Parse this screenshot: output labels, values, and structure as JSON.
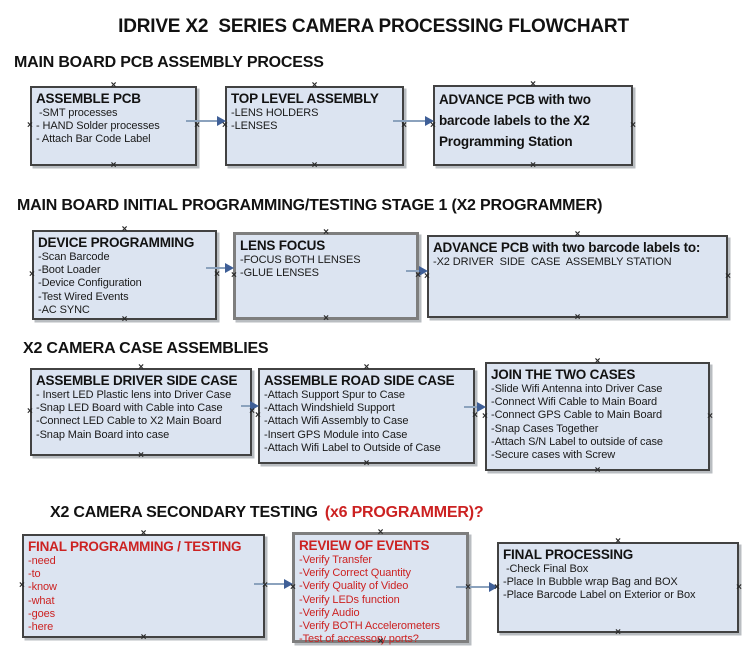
{
  "title": "IDRIVE X2  SERIES CAMERA PROCESSING FLOWCHART",
  "glyphs": {
    "handle": "×"
  },
  "colors": {
    "box_fill": "#dce4f1",
    "box_border": "#424242",
    "box_border_gray": "#7e7e7e",
    "red": "#cc2222",
    "arrow_line": "#8ba2bd",
    "arrow_head": "#3f5f97"
  },
  "sections": [
    {
      "heading": "MAIN BOARD PCB ASSEMBLY PROCESS",
      "boxes": [
        {
          "title": "ASSEMBLE PCB",
          "items": [
            " -SMT processes",
            "- HAND Solder processes",
            "- Attach Bar Code Label"
          ]
        },
        {
          "title": "TOP LEVEL ASSEMBLY",
          "items": [
            "-LENS HOLDERS",
            "-LENSES"
          ]
        },
        {
          "title": "ADVANCE PCB with two barcode labels to the  X2 Programming Station",
          "items": []
        }
      ]
    },
    {
      "heading": "MAIN BOARD INITIAL PROGRAMMING/TESTING STAGE 1 (X2 PROGRAMMER)",
      "boxes": [
        {
          "title": "DEVICE PROGRAMMING",
          "items": [
            "-Scan Barcode",
            "-Boot Loader",
            "-Device Configuration",
            "-Test Wired Events",
            "-AC SYNC"
          ]
        },
        {
          "title": "LENS FOCUS",
          "items": [
            "-FOCUS BOTH LENSES",
            "-GLUE LENSES"
          ]
        },
        {
          "title": "ADVANCE PCB with two barcode labels to:",
          "items": [
            "-X2 DRIVER  SIDE  CASE  ASSEMBLY STATION"
          ]
        }
      ]
    },
    {
      "heading": "X2 CAMERA CASE ASSEMBLIES",
      "boxes": [
        {
          "title": "ASSEMBLE DRIVER SIDE CASE",
          "items": [
            "- Insert LED Plastic lens into Driver Case",
            "-Snap LED Board with Cable into Case",
            "-Connect LED Cable to X2 Main Board",
            "-Snap Main Board into case"
          ]
        },
        {
          "title": "ASSEMBLE ROAD SIDE CASE",
          "items": [
            "-Attach Support Spur to Case",
            "-Attach Windshield Support",
            "-Attach Wifi Assembly to Case",
            "-Insert GPS Module into Case",
            "-Attach Wifi Label to Outside of Case"
          ]
        },
        {
          "title": "JOIN THE TWO CASES",
          "items": [
            "-Slide Wifi Antenna into Driver Case",
            "-Connect Wifi Cable to Main Board",
            "-Connect GPS Cable to Main Board",
            "-Snap Cases Together",
            "-Attach S/N Label to outside of case",
            "-Secure cases with Screw"
          ]
        }
      ]
    },
    {
      "heading": "X2 CAMERA SECONDARY TESTING",
      "heading_red": "(x6 PROGRAMMER)?",
      "boxes": [
        {
          "title": "FINAL PROGRAMMING / TESTING",
          "items": [
            "-need",
            "-to",
            "-know",
            "-what",
            "-goes",
            "-here"
          ]
        },
        {
          "title": "REVIEW OF EVENTS",
          "items": [
            "-Verify Transfer",
            "-Verify Correct Quantity",
            "-Verify Quality of Video",
            "-Verify LEDs function",
            "-Verify Audio",
            "-Verify BOTH Accelerometers",
            "-Test of accessory ports?"
          ]
        },
        {
          "title": "FINAL PROCESSING",
          "items": [
            " -Check Final Box",
            "-Place In Bubble wrap Bag and BOX",
            "-Place Barcode Label on Exterior or Box"
          ]
        }
      ]
    }
  ]
}
